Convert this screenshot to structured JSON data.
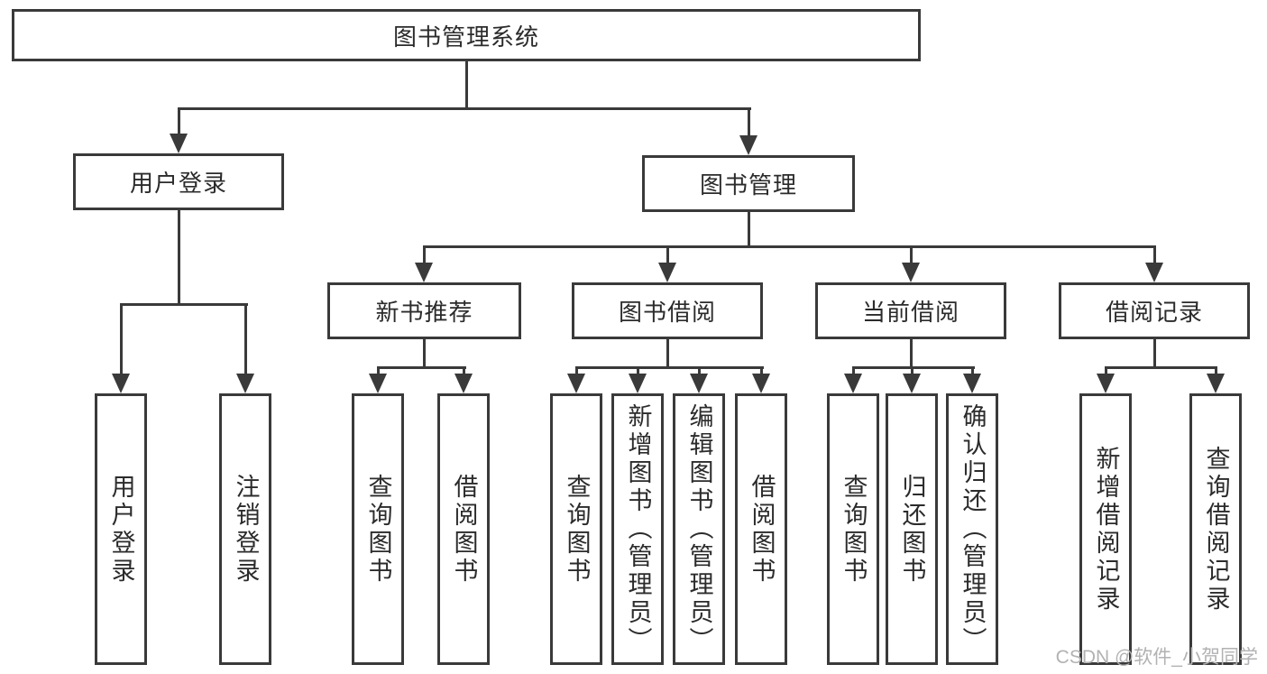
{
  "diagram": {
    "root": "图书管理系统",
    "children": [
      {
        "label": "用户登录",
        "children": [
          {
            "label": "用户登录"
          },
          {
            "label": "注销登录"
          }
        ]
      },
      {
        "label": "图书管理",
        "children": [
          {
            "label": "新书推荐",
            "children": [
              {
                "label": "查询图书"
              },
              {
                "label": "借阅图书"
              }
            ]
          },
          {
            "label": "图书借阅",
            "children": [
              {
                "label": "查询图书"
              },
              {
                "label": "新增图书（管理员）"
              },
              {
                "label": "编辑图书（管理员）"
              },
              {
                "label": "借阅图书"
              }
            ]
          },
          {
            "label": "当前借阅",
            "children": [
              {
                "label": "查询图书"
              },
              {
                "label": "归还图书"
              },
              {
                "label": "确认归还（管理员）"
              }
            ]
          },
          {
            "label": "借阅记录",
            "children": [
              {
                "label": "新增借阅记录"
              },
              {
                "label": "查询借阅记录"
              }
            ]
          }
        ]
      }
    ]
  },
  "watermark": {
    "text": "CSDN @软件_小贺同学"
  },
  "colors": {
    "line": "#3a3a3a",
    "text": "#2b2b2b",
    "box_background": "#ffffff",
    "watermark": "#b2b2b4"
  }
}
